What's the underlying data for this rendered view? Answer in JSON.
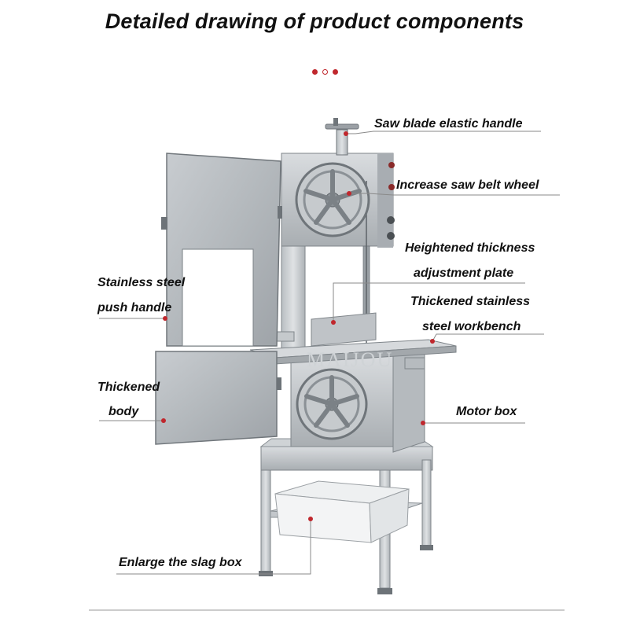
{
  "title": "Detailed drawing of product components",
  "accent_color": "#c0272d",
  "watermark": "MAIJOU",
  "labels": {
    "saw_blade_handle": "Saw blade elastic handle",
    "saw_belt_wheel": "Increase saw belt wheel",
    "thickness_plate_line1": "Heightened thickness",
    "thickness_plate_line2": "adjustment plate",
    "workbench_line1": "Thickened stainless",
    "workbench_line2": "steel workbench",
    "push_handle_line1": "Stainless steel",
    "push_handle_line2": "push handle",
    "body_line1": "Thickened",
    "body_line2": "body",
    "motor_box": "Motor box",
    "slag_box": "Enlarge the slag box"
  }
}
